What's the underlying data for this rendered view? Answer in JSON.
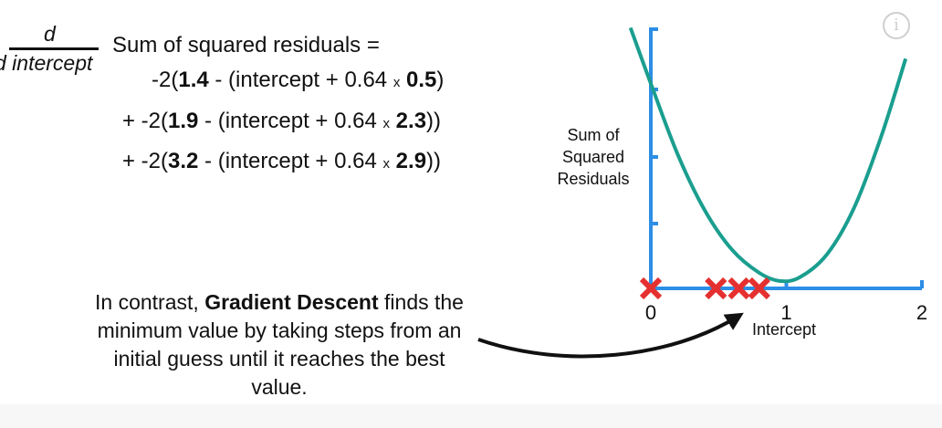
{
  "derivative": {
    "numerator": "d",
    "denominator": "d intercept",
    "head": "Sum of squared residuals ="
  },
  "terms": [
    {
      "prefix": "-2(",
      "observed": "1.4",
      "middle": " - (intercept + 0.64 ",
      "times": "x",
      "weight": "0.5",
      "suffix": ")"
    },
    {
      "prefix": "+ -2(",
      "observed": "1.9",
      "middle": " - (intercept + 0.64 ",
      "times": "x",
      "weight": "2.3",
      "suffix": "))"
    },
    {
      "prefix": "+ -2(",
      "observed": "3.2",
      "middle": " - (intercept + 0.64 ",
      "times": "x",
      "weight": "2.9",
      "suffix": "))"
    }
  ],
  "explanation": {
    "lead": "In contrast, ",
    "bold": "Gradient Descent",
    "rest": " finds the minimum value by taking steps from an initial guess until it reaches the best value."
  },
  "chart_data": {
    "type": "line",
    "xlabel": "Intercept",
    "ylabel": "Sum of Squared Residuals",
    "xlim": [
      0,
      2
    ],
    "xticks": [
      "0",
      "1",
      "2"
    ],
    "curve": {
      "x": [
        -0.15,
        0,
        0.2,
        0.4,
        0.6,
        0.8,
        0.95,
        1.1,
        1.3,
        1.5,
        1.7,
        1.88
      ],
      "y": [
        4.2,
        3.3,
        2.15,
        1.25,
        0.62,
        0.25,
        0.12,
        0.18,
        0.55,
        1.3,
        2.45,
        3.7
      ]
    },
    "guesses_x": [
      0,
      0.48,
      0.65,
      0.8
    ],
    "curve_color": "#1a9e8f",
    "axis_color": "#2d8ee6",
    "marker_color": "#e53030",
    "arrow_color": "#111111"
  },
  "icons": {
    "info": "info-icon"
  }
}
